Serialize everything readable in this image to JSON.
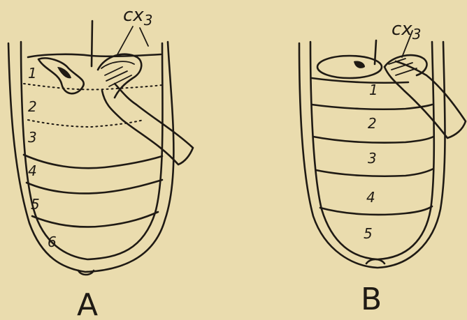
{
  "figure_a": {
    "label": "A",
    "structure_label": "cx",
    "structure_subscript": "3",
    "segments": [
      "1",
      "2",
      "3",
      "4",
      "5",
      "6"
    ]
  },
  "figure_b": {
    "label": "B",
    "structure_label": "cx",
    "structure_subscript": "3",
    "segments": [
      "1",
      "2",
      "3",
      "4",
      "5"
    ]
  }
}
